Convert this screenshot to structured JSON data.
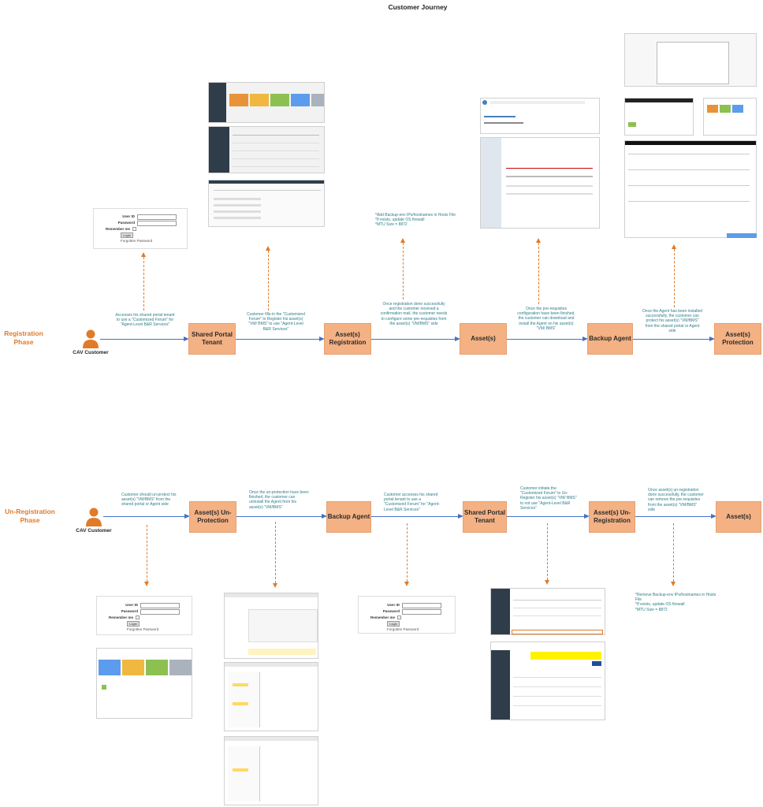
{
  "title": "Customer Journey",
  "phases": {
    "registration": "Registration Phase",
    "unregistration": "Un-Registration Phase"
  },
  "actor": {
    "label": "CAV Customer"
  },
  "registration": {
    "boxes": [
      "Shared Portal Tenant",
      "Asset(s) Registration",
      "Asset(s)",
      "Backup Agent",
      "Asset(s) Protection"
    ],
    "notes": [
      "Accesses his shared portal tenant to use a \"Customized Forum\" for \"Agent-Level B&R Services\"",
      "Customer fills-in the \"Customized Forum\" to Register his asset(s) \"VM/ BMS\" to use \"Agent-Level B&R Services\"",
      "Once registration done successfully and the customer received a confirmation mail, the customer needs to configure some pre-requisites from the asset(s) \"VM/BMS\" side",
      "Once the pre-requisites configuration have been finished, the customer can download and install the Agent on his asset(s) \"VM/ BMS\"",
      "Once the Agent has been installed successfully, the customer can protect his asset(s) \"VM/BMS\" from the shared portal or Agent side"
    ],
    "prereq_note": [
      "*Add Backup-env IPs/hostnames in Hosts File",
      "*If exists, update OS firewall",
      "*MTU Size = 8872"
    ]
  },
  "unregistration": {
    "boxes": [
      "Asset(s) Un-Protection",
      "Backup Agent",
      "Shared Portal Tenant",
      "Asset(s) Un-Registration",
      "Asset(s)"
    ],
    "notes": [
      "Customer should un-protect his asset(s) \"VM/BMS\" from the shared portal or Agent side",
      "Once the un-protection have been finished, the customer can uninstall the Agent from his asset(s) \"VM/BMS\"",
      "Customer accesses his shared portal tenant to use a \"Customized Forum\" for \"Agent-Level B&R Services\"",
      "Customer initiate the \"Customized Forum\" to Un-Register his asset(s) \"VM/ BMS\" to not use \"Agent-Level B&R Services\"",
      "Once asset(s) un-registration done successfully, the customer can remove the pre-requisites from the asset(s) \"VM/BMS\" side"
    ],
    "remove_note": [
      "*Remove Backup-env IPs/hostnames in Hosts File",
      "*If exists, update OS firewall",
      "*MTU Size = 8872"
    ]
  },
  "login_form": {
    "user_id": "User ID",
    "password": "Password",
    "remember": "Remember me",
    "login": "Login",
    "forgotten": "Forgotten Password"
  },
  "colors": {
    "box": "#f4b183",
    "arrow": "#4472c4",
    "dashed": "#e07b2a",
    "note": "#2e7d8a",
    "phase": "#e07b2a"
  }
}
